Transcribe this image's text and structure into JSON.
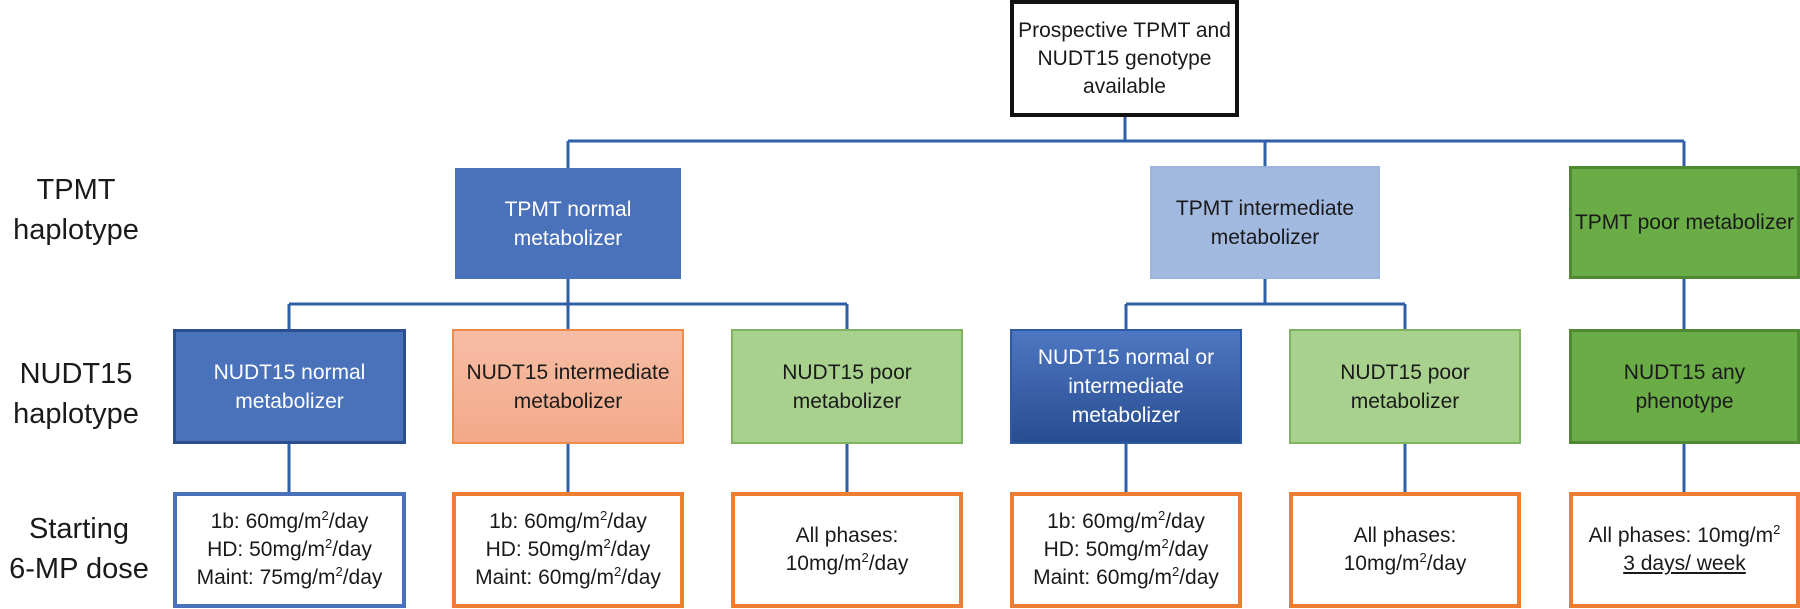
{
  "root": {
    "lines": [
      "Prospective TPMT",
      "and NUDT15",
      "genotype available"
    ]
  },
  "row_labels": {
    "tpmt": [
      "TPMT",
      "haplotype"
    ],
    "nudt15": [
      "NUDT15",
      "haplotype"
    ],
    "dose": [
      "Starting",
      "6-MP dose"
    ]
  },
  "tpmt_nodes": {
    "normal": [
      "TPMT normal",
      "metabolizer"
    ],
    "intermediate": [
      "TPMT intermediate",
      "metabolizer"
    ],
    "poor": [
      "TPMT poor",
      "metabolizer"
    ]
  },
  "nudt15_nodes": {
    "n1": [
      "NUDT15 normal",
      "metabolizer"
    ],
    "n2": [
      "NUDT15 intermediate",
      "metabolizer"
    ],
    "n3": [
      "NUDT15 poor",
      "metabolizer"
    ],
    "n4": [
      "NUDT15 normal or",
      "intermediate",
      "metabolizer"
    ],
    "n5": [
      "NUDT15 poor",
      "metabolizer"
    ],
    "n6": [
      "NUDT15 any",
      "phenotype"
    ]
  },
  "doses": {
    "d1": {
      "l1_pre": "1b: 60mg/m",
      "l1_post": "/day",
      "l2_pre": "HD: 50mg/m",
      "l2_post": "/day",
      "l3_pre": "Maint: 75mg/m",
      "l3_post": "/day",
      "sup": "2"
    },
    "d2": {
      "l1_pre": "1b: 60mg/m",
      "l1_post": "/day",
      "l2_pre": "HD: 50mg/m",
      "l2_post": "/day",
      "l3_pre": "Maint: 60mg/m",
      "l3_post": "/day",
      "sup": "2"
    },
    "d3": {
      "l1": "All phases:",
      "l2_pre": "10mg/m",
      "l2_post": "/day",
      "sup": "2"
    },
    "d4": {
      "l1_pre": "1b: 60mg/m",
      "l1_post": "/day",
      "l2_pre": "HD: 50mg/m",
      "l2_post": "/day",
      "l3_pre": "Maint: 60mg/m",
      "l3_post": "/day",
      "sup": "2"
    },
    "d5": {
      "l1": "All phases:",
      "l2_pre": "10mg/m",
      "l2_post": "/day",
      "sup": "2"
    },
    "d6": {
      "l1_pre": "All phases: 10mg/m",
      "l2": "3 days/ week",
      "sup": "2"
    }
  },
  "colors": {
    "connector": "#2f5fa7",
    "dose_border_orange": "#ed7d31",
    "dose_border_blue": "#4a72bb",
    "tpmt_normal": "#4a72bb",
    "tpmt_intermediate": "#a2b9e0",
    "green_dark": "#6aac46",
    "green_light": "#a9d18e",
    "orange_light": "#f4b096"
  }
}
